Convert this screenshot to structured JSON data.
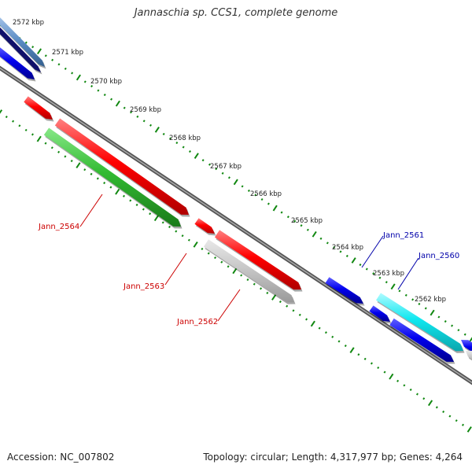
{
  "title": "Jannaschia sp. CCS1, complete genome",
  "accession": "Accession: NC_007802",
  "summary": "Topology: circular; Length: 4,317,977 bp; Genes: 4,264",
  "scale_labels": [
    "2572 kbp",
    "2571 kbp",
    "2570 kbp",
    "2569 kbp",
    "2568 kbp",
    "2567 kbp",
    "2566 kbp",
    "2565 kbp",
    "2564 kbp",
    "2563 kbp",
    "2562 kbp"
  ],
  "gene_labels": [
    "Jann_2564",
    "Jann_2563",
    "Jann_2562",
    "Jann_2561",
    "Jann_2560"
  ],
  "colors": {
    "red": "#ff0000",
    "green": "#33bb33",
    "gray": "#c8c8c8",
    "blue": "#0000ee",
    "cyan": "#11e8f0",
    "steel": "#5a8bc4",
    "navy": "#10106a",
    "tick": "#118811",
    "label_red": "#cc0000",
    "label_blue": "#0000aa"
  }
}
